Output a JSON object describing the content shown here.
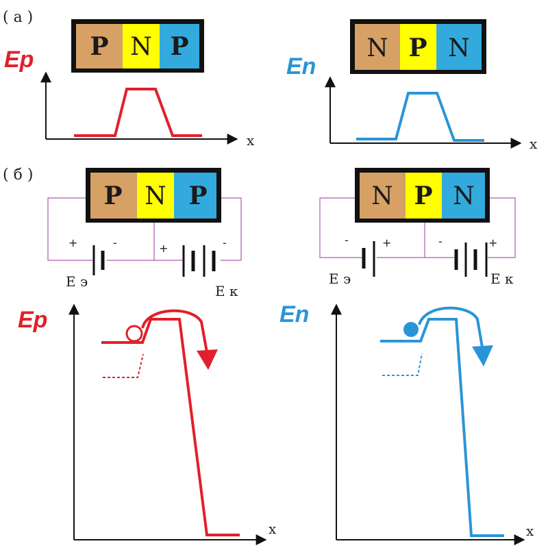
{
  "section_a": {
    "label": "( а )",
    "left": {
      "regions": [
        "P",
        "N",
        "P"
      ],
      "axis_label": "Ep",
      "x_label": "x"
    },
    "right": {
      "regions": [
        "N",
        "P",
        "N"
      ],
      "axis_label": "En",
      "x_label": "x"
    }
  },
  "section_b": {
    "label": "( б )",
    "left": {
      "regions": [
        "P",
        "N",
        "P"
      ],
      "emitter_source": "Е э",
      "collector_source": "Е к",
      "emitter_signs": [
        "+",
        "-"
      ],
      "collector_signs": [
        "+",
        "-"
      ],
      "axis_label": "Ep",
      "x_label": "x"
    },
    "right": {
      "regions": [
        "N",
        "P",
        "N"
      ],
      "emitter_source": "Е э",
      "collector_source": "Е к",
      "emitter_signs": [
        "-",
        "+"
      ],
      "collector_signs": [
        "-",
        "+"
      ],
      "axis_label": "En",
      "x_label": "x"
    }
  },
  "colors": {
    "p_region": "#D7A166",
    "n_region": "#FFFF00",
    "blue_region": "#33AADD",
    "red": "#E0202A",
    "blue": "#2A95D6",
    "circuit": "#B05AAE",
    "frame": "#111111"
  }
}
